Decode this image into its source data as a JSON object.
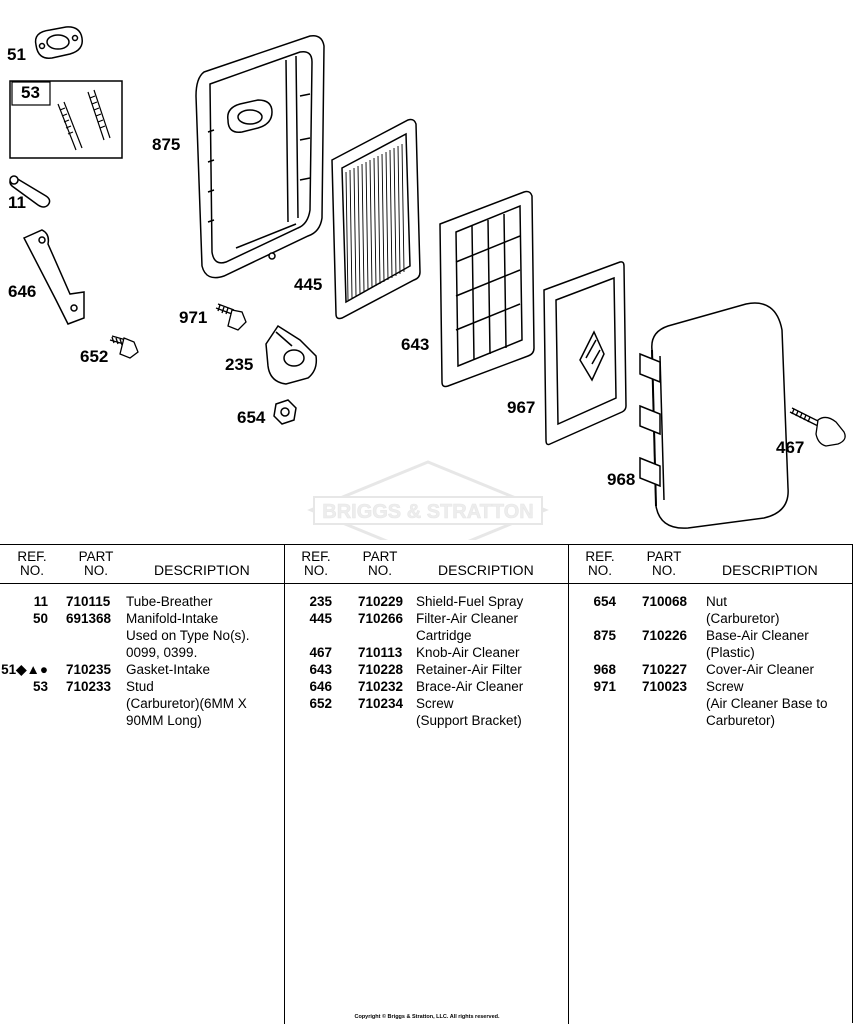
{
  "diagram": {
    "watermark": "BRIGGS & STRATTON",
    "callouts": [
      {
        "id": "51",
        "label": "51"
      },
      {
        "id": "53",
        "label": "53"
      },
      {
        "id": "11",
        "label": "11"
      },
      {
        "id": "646",
        "label": "646"
      },
      {
        "id": "652",
        "label": "652"
      },
      {
        "id": "875",
        "label": "875"
      },
      {
        "id": "971",
        "label": "971"
      },
      {
        "id": "235",
        "label": "235"
      },
      {
        "id": "654",
        "label": "654"
      },
      {
        "id": "445",
        "label": "445"
      },
      {
        "id": "643",
        "label": "643"
      },
      {
        "id": "967",
        "label": "967"
      },
      {
        "id": "968",
        "label": "968"
      },
      {
        "id": "467",
        "label": "467"
      }
    ]
  },
  "table": {
    "headers": {
      "ref": "REF.",
      "no": "NO.",
      "part": "PART",
      "description": "DESCRIPTION"
    },
    "columns": [
      {
        "rows": [
          {
            "ref": "11",
            "part": "710115",
            "desc": [
              "Tube-Breather"
            ]
          },
          {
            "ref": "50",
            "part": "691368",
            "desc": [
              "Manifold-Intake",
              "Used on Type No(s).",
              "0099, 0399."
            ]
          },
          {
            "ref": "51◆▲●",
            "part": "710235",
            "desc": [
              "Gasket-Intake"
            ]
          },
          {
            "ref": "53",
            "part": "710233",
            "desc": [
              "Stud",
              "(Carburetor)(6MM X",
              "90MM Long)"
            ]
          }
        ]
      },
      {
        "rows": [
          {
            "ref": "235",
            "part": "710229",
            "desc": [
              "Shield-Fuel Spray"
            ]
          },
          {
            "ref": "445",
            "part": "710266",
            "desc": [
              "Filter-Air Cleaner",
              "Cartridge"
            ]
          },
          {
            "ref": "467",
            "part": "710113",
            "desc": [
              "Knob-Air Cleaner"
            ]
          },
          {
            "ref": "643",
            "part": "710228",
            "desc": [
              "Retainer-Air Filter"
            ]
          },
          {
            "ref": "646",
            "part": "710232",
            "desc": [
              "Brace-Air Cleaner"
            ]
          },
          {
            "ref": "652",
            "part": "710234",
            "desc": [
              "Screw",
              "(Support Bracket)"
            ]
          }
        ]
      },
      {
        "rows": [
          {
            "ref": "654",
            "part": "710068",
            "desc": [
              "Nut",
              "(Carburetor)"
            ]
          },
          {
            "ref": "875",
            "part": "710226",
            "desc": [
              "Base-Air Cleaner",
              "(Plastic)"
            ]
          },
          {
            "ref": "968",
            "part": "710227",
            "desc": [
              "Cover-Air Cleaner"
            ]
          },
          {
            "ref": "971",
            "part": "710023",
            "desc": [
              "Screw",
              "(Air Cleaner Base to",
              "Carburetor)"
            ]
          }
        ]
      }
    ],
    "copyright": "Copyright © Briggs & Stratton, LLC. All rights reserved."
  }
}
